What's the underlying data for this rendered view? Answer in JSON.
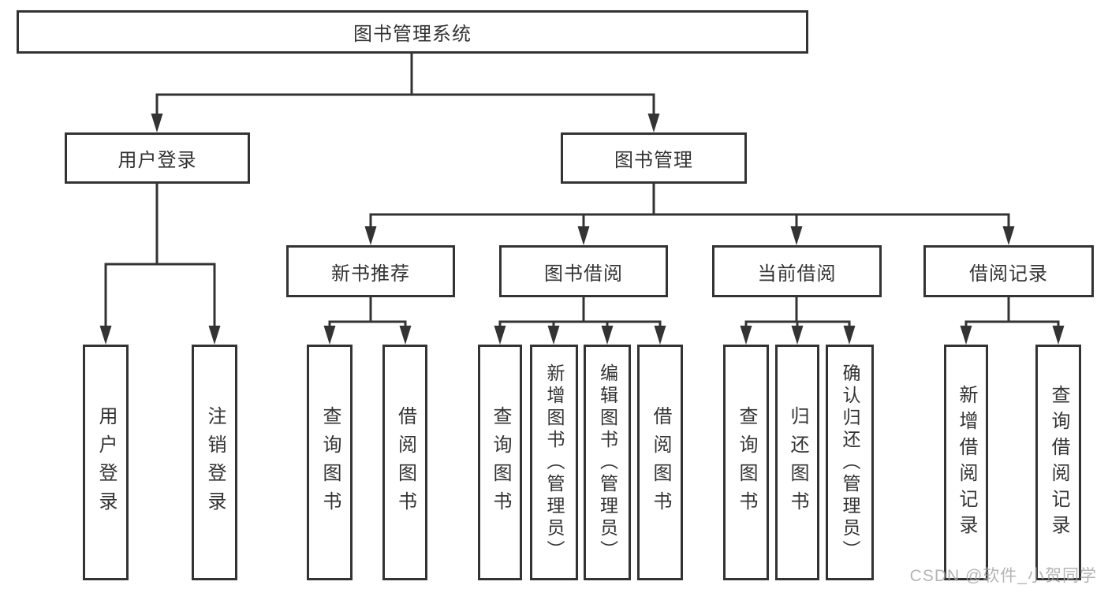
{
  "diagram": {
    "type": "tree",
    "title": "图书管理系统",
    "line_color": "#333333",
    "node_border_color": "#333333",
    "node_background": "#ffffff",
    "text_color": "#333333",
    "nodes": {
      "root": "图书管理系统",
      "user_login": "用户登录",
      "book_mgmt": "图书管理",
      "new_book_rec": "新书推荐",
      "book_borrow": "图书借阅",
      "current_borrow": "当前借阅",
      "borrow_record": "借阅记录",
      "ul_user_login": "用户登录",
      "ul_logout": "注销登录",
      "nb_query_book": "查询图书",
      "nb_borrow_book": "借阅图书",
      "bb_query_book": "查询图书",
      "bb_add_book": "新增图书（管理员）",
      "bb_edit_book": "编辑图书（管理员）",
      "bb_borrow_book": "借阅图书",
      "cb_query_book": "查询图书",
      "cb_return_book": "归还图书",
      "cb_confirm_return": "确认归还（管理员）",
      "br_add_record": "新增借阅记录",
      "br_query_record": "查询借阅记录"
    },
    "structure": {
      "root": [
        "user_login",
        "book_mgmt"
      ],
      "user_login": [
        "ul_user_login",
        "ul_logout"
      ],
      "book_mgmt": [
        "new_book_rec",
        "book_borrow",
        "current_borrow",
        "borrow_record"
      ],
      "new_book_rec": [
        "nb_query_book",
        "nb_borrow_book"
      ],
      "book_borrow": [
        "bb_query_book",
        "bb_add_book",
        "bb_edit_book",
        "bb_borrow_book"
      ],
      "current_borrow": [
        "cb_query_book",
        "cb_return_book",
        "cb_confirm_return"
      ],
      "borrow_record": [
        "br_add_record",
        "br_query_record"
      ]
    }
  },
  "watermark": {
    "text": "CSDN @软件_小贺同学",
    "color": "#a8a8a8"
  }
}
